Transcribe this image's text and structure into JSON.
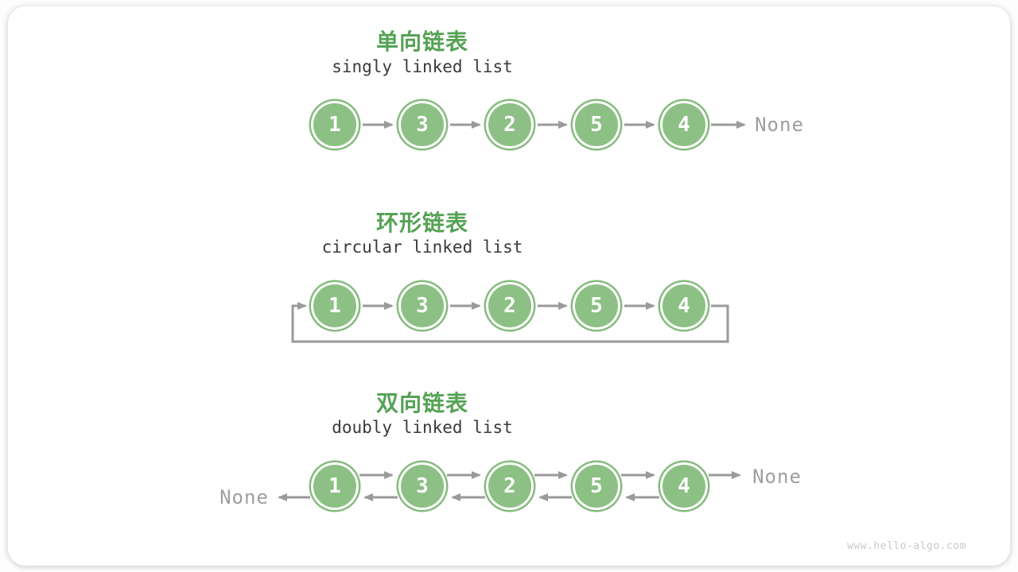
{
  "page": {
    "watermark": "www.hello-algo.com"
  },
  "colors": {
    "title_green": "#55a255",
    "node_fill": "#8cc084",
    "node_ring": "#85bb7d",
    "arrow_gray": "#9a9a9a",
    "subtitle_text": "#3a3a3a",
    "none_text": "#9e9e9e"
  },
  "diagram": {
    "sections": [
      {
        "id": "singly",
        "title_zh": "单向链表",
        "title_en": "singly linked list",
        "type": "singly",
        "node_values": [
          1,
          3,
          2,
          5,
          4
        ],
        "tail_label": "None"
      },
      {
        "id": "circular",
        "title_zh": "环形链表",
        "title_en": "circular linked list",
        "type": "circular",
        "node_values": [
          1,
          3,
          2,
          5,
          4
        ]
      },
      {
        "id": "doubly",
        "title_zh": "双向链表",
        "title_en": "doubly linked list",
        "type": "doubly",
        "node_values": [
          1,
          3,
          2,
          5,
          4
        ],
        "head_label": "None",
        "tail_label": "None"
      }
    ]
  }
}
